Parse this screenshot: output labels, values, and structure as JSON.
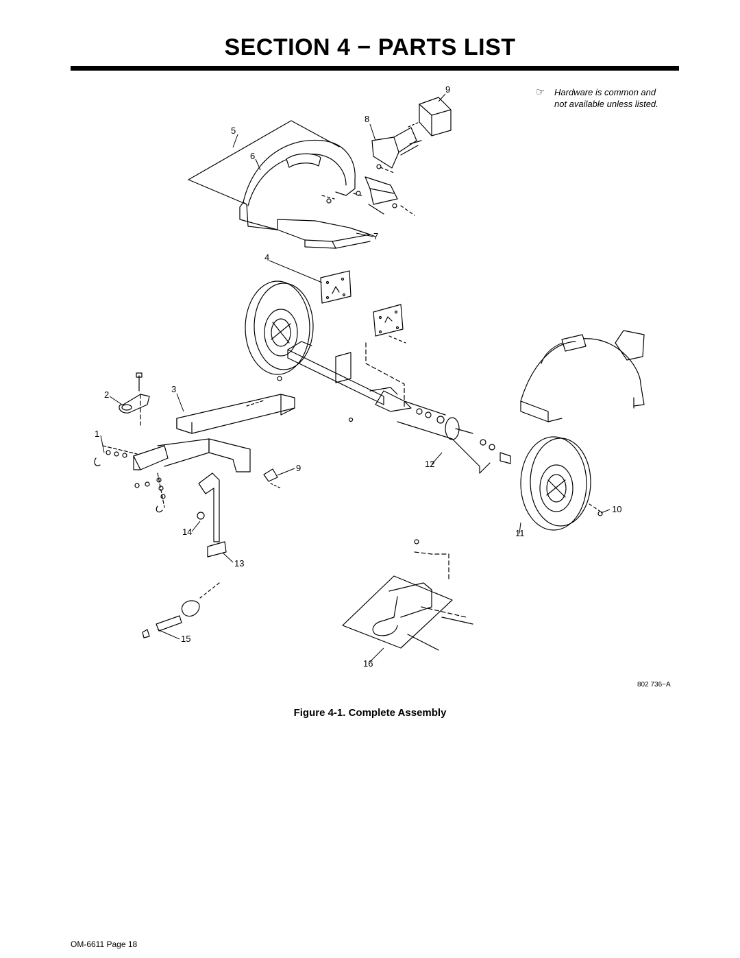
{
  "header": {
    "title": "SECTION 4 − PARTS LIST"
  },
  "note": {
    "icon": "pointing-hand-icon",
    "line1": "Hardware is common and",
    "line2": "not available unless listed."
  },
  "figure": {
    "callouts": [
      "1",
      "2",
      "3",
      "4",
      "5",
      "6",
      "7",
      "8",
      "9",
      "9",
      "10",
      "11",
      "12",
      "13",
      "14",
      "15",
      "16"
    ],
    "drawing_code": "802 736−A",
    "caption": "Figure 4-1. Complete Assembly"
  },
  "footer": {
    "page_label": "OM-6611 Page 18"
  }
}
